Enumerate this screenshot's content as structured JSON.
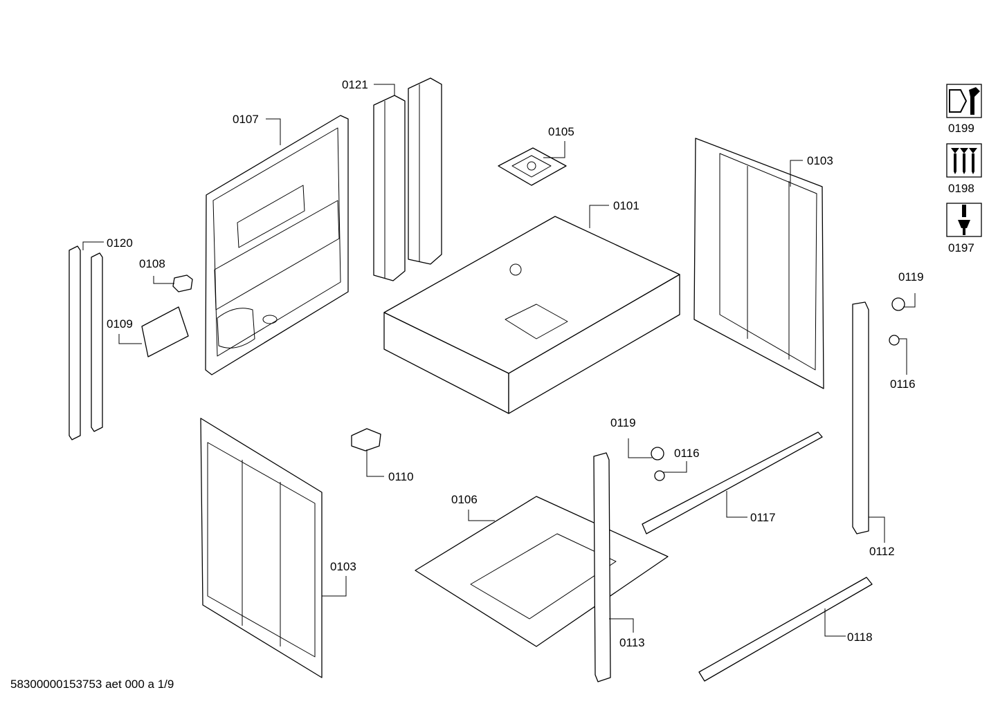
{
  "diagram": {
    "parts": [
      {
        "id": "p0121",
        "label": "0121"
      },
      {
        "id": "p0107",
        "label": "0107"
      },
      {
        "id": "p0105",
        "label": "0105"
      },
      {
        "id": "p0101",
        "label": "0101"
      },
      {
        "id": "p0103a",
        "label": "0103"
      },
      {
        "id": "p0120",
        "label": "0120"
      },
      {
        "id": "p0108",
        "label": "0108"
      },
      {
        "id": "p0109",
        "label": "0109"
      },
      {
        "id": "p0119a",
        "label": "0119"
      },
      {
        "id": "p0116a",
        "label": "0116"
      },
      {
        "id": "p0119b",
        "label": "0119"
      },
      {
        "id": "p0116b",
        "label": "0116"
      },
      {
        "id": "p0110",
        "label": "0110"
      },
      {
        "id": "p0106",
        "label": "0106"
      },
      {
        "id": "p0117",
        "label": "0117"
      },
      {
        "id": "p0112",
        "label": "0112"
      },
      {
        "id": "p0103b",
        "label": "0103"
      },
      {
        "id": "p0113",
        "label": "0113"
      },
      {
        "id": "p0118",
        "label": "0118"
      }
    ],
    "legend": [
      {
        "label": "0199",
        "icon": "tools-icon"
      },
      {
        "label": "0198",
        "icon": "screws-icon"
      },
      {
        "label": "0197",
        "icon": "screwdriver-icon"
      }
    ],
    "footer": "58300000153753 aet 000 a 1/9"
  }
}
